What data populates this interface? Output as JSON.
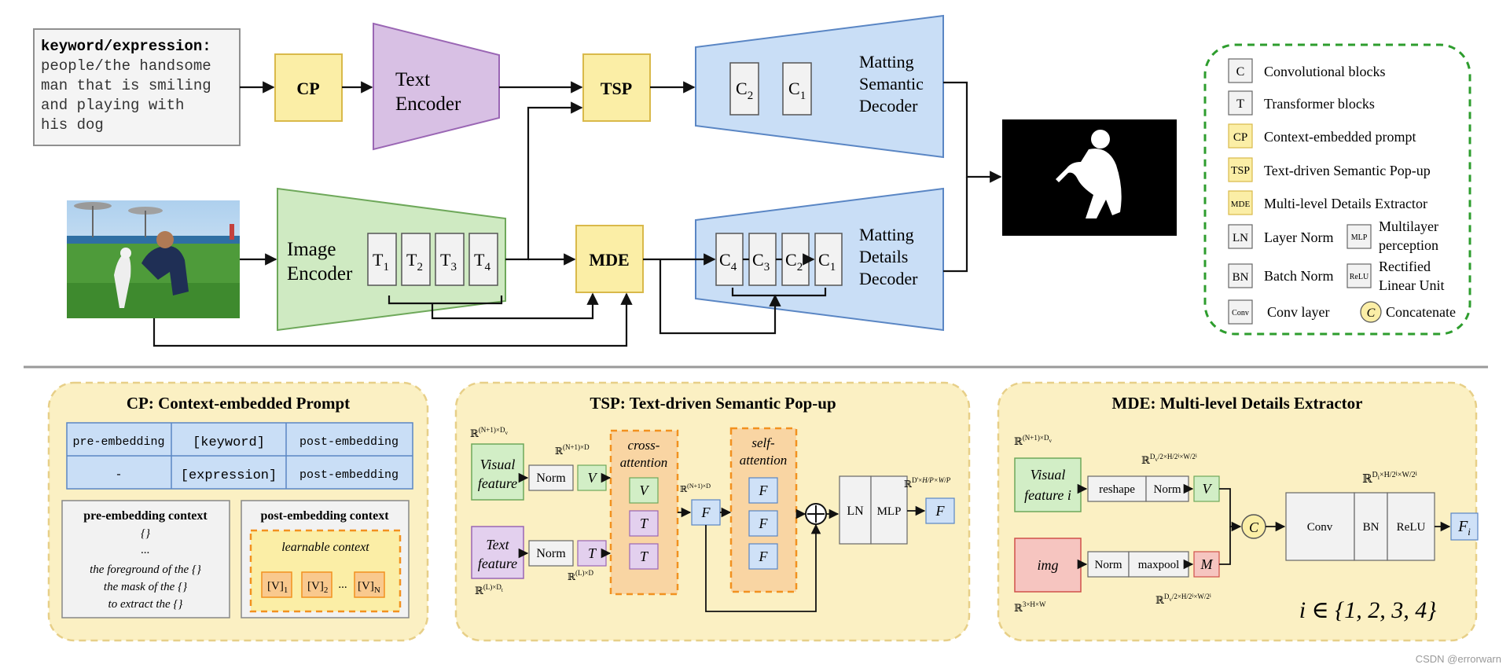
{
  "input_text": {
    "heading": "keyword/expression:",
    "lines": [
      "people/the handsome",
      "man that is smiling",
      "and playing with",
      "his dog"
    ]
  },
  "blocks": {
    "cp": "CP",
    "tsp": "TSP",
    "mde": "MDE",
    "text_encoder": [
      "Text",
      "Encoder"
    ],
    "image_encoder": [
      "Image",
      "Encoder"
    ],
    "semantic_decoder": [
      "Matting",
      "Semantic",
      "Decoder"
    ],
    "details_decoder": [
      "Matting",
      "Details",
      "Decoder"
    ],
    "t_blocks": [
      {
        "base": "T",
        "sub": "1"
      },
      {
        "base": "T",
        "sub": "2"
      },
      {
        "base": "T",
        "sub": "3"
      },
      {
        "base": "T",
        "sub": "4"
      }
    ],
    "semantic_c": [
      {
        "base": "C",
        "sub": "2"
      },
      {
        "base": "C",
        "sub": "1"
      }
    ],
    "details_c": [
      {
        "base": "C",
        "sub": "4"
      },
      {
        "base": "C",
        "sub": "3"
      },
      {
        "base": "C",
        "sub": "2"
      },
      {
        "base": "C",
        "sub": "1"
      }
    ]
  },
  "legend": {
    "items": [
      {
        "key": "C",
        "label": "Convolutional blocks"
      },
      {
        "key": "T",
        "label": "Transformer blocks"
      },
      {
        "key": "CP",
        "label": "Context-embedded prompt"
      },
      {
        "key": "TSP",
        "label": "Text-driven Semantic Pop-up"
      },
      {
        "key": "MDE",
        "label": "Multi-level Details Extractor"
      }
    ],
    "ln": {
      "key": "LN",
      "label": "Layer Norm"
    },
    "mlp": {
      "key": "MLP",
      "label": [
        "Multilayer",
        "perception"
      ]
    },
    "bn": {
      "key": "BN",
      "label": "Batch Norm"
    },
    "relu": {
      "key": "ReLU",
      "label": [
        "Rectified",
        "Linear Unit"
      ]
    },
    "conv": {
      "key": "Conv",
      "label": "Conv layer"
    },
    "concat": {
      "key": "C",
      "label": "Concatenate"
    }
  },
  "cp_panel": {
    "title": "CP: Context-embedded Prompt",
    "table": [
      [
        "pre-embedding",
        "[keyword]",
        "post-embedding"
      ],
      [
        "-",
        "[expression]",
        "post-embedding"
      ]
    ],
    "pre_box": {
      "title": "pre-embedding context",
      "lines": [
        "{}",
        "...",
        "the foreground of the {}",
        "the mask of the {}",
        "to extract the {}"
      ]
    },
    "post_box": {
      "title": "post-embedding context",
      "inner_title": "learnable context",
      "tokens": [
        "[V]",
        "[V]",
        "[V]"
      ],
      "token_subs": [
        "1",
        "2",
        "N"
      ],
      "ellipsis": "..."
    }
  },
  "tsp_panel": {
    "title": "TSP: Text-driven Semantic Pop-up",
    "visual": [
      "Visual",
      "feature"
    ],
    "text": [
      "Text",
      "feature"
    ],
    "norm": "Norm",
    "v": "V",
    "t": "T",
    "f": "F",
    "cross": [
      "cross-",
      "attention"
    ],
    "self": [
      "self-",
      "attention"
    ],
    "ln": "LN",
    "mlp": "MLP"
  },
  "mde_panel": {
    "title": "MDE: Multi-level Details Extractor",
    "visual": [
      "Visual",
      "feature i"
    ],
    "img": "img",
    "reshape": "reshape",
    "norm": "Norm",
    "maxpool": "maxpool",
    "v": "V",
    "m": "M",
    "c": "C",
    "conv": "Conv",
    "bn": "BN",
    "relu": "ReLU",
    "f": "F",
    "f_sub": "i",
    "formula": "i ∈ {1, 2, 3, 4}"
  },
  "watermark": "CSDN @errorwarn",
  "colors": {
    "cp_fill": "#fbeea6",
    "cp_stroke": "#d9b94a",
    "text_enc_fill": "#d8c0e4",
    "text_enc_stroke": "#9a66b4",
    "img_enc_fill": "#cfeac2",
    "img_enc_stroke": "#6ea85a",
    "dec_fill": "#c9def6",
    "dec_stroke": "#5a86c4",
    "panel_fill": "#fbf0c3",
    "panel_stroke": "#e7cf88",
    "legend_stroke": "#2e9d2e",
    "orange": "#f2911f",
    "green_fill": "#d2eec6",
    "purple_fill": "#e3d0ee",
    "blue_fill": "#cfe1f7",
    "red_fill": "#f6c5c0"
  }
}
